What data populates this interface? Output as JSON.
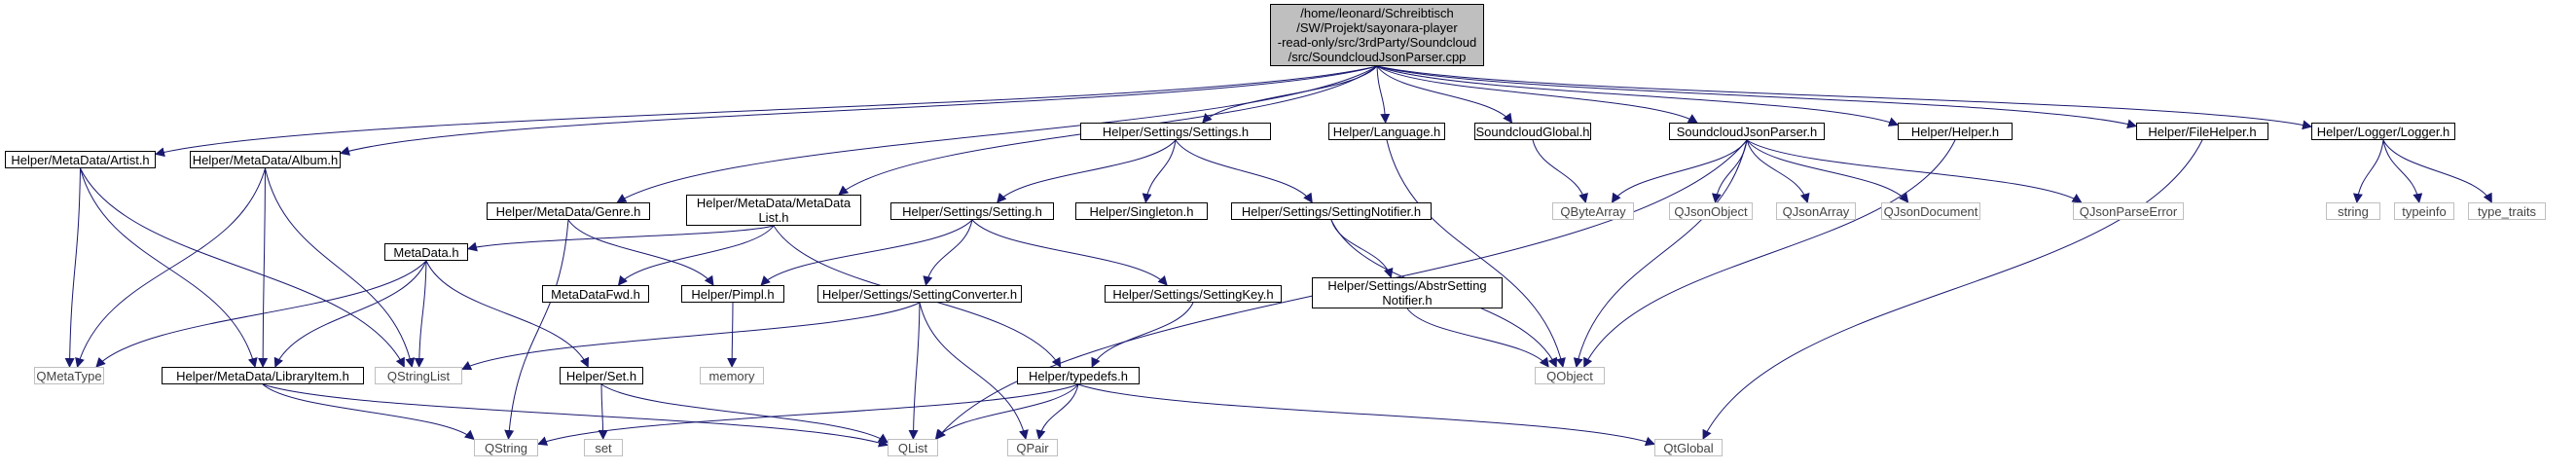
{
  "root": {
    "lines": [
      "/home/leonard/Schreibtisch",
      "/SW/Projekt/sayonara-player",
      "-read-only/src/3rdParty/Soundcloud",
      "/src/SoundcloudJsonParser.cpp"
    ]
  },
  "nodes": {
    "artist_h": "Helper/MetaData/Artist.h",
    "album_h": "Helper/MetaData/Album.h",
    "genre_h": "Helper/MetaData/Genre.h",
    "metadatalist_h": [
      "Helper/MetaData/MetaData",
      "List.h"
    ],
    "settings_h": "Helper/Settings/Settings.h",
    "language_h": "Helper/Language.h",
    "soundcloudglobal_h": "SoundcloudGlobal.h",
    "soundcloudjsonparser_h": "SoundcloudJsonParser.h",
    "helper_h": "Helper/Helper.h",
    "filehelper_h": "Helper/FileHelper.h",
    "logger_h": "Helper/Logger/Logger.h",
    "setting_h": "Helper/Settings/Setting.h",
    "singleton_h": "Helper/Singleton.h",
    "settingnotifier_h": "Helper/Settings/SettingNotifier.h",
    "metadata_h": "MetaData.h",
    "metadatafwd_h": "MetaDataFwd.h",
    "pimpl_h": "Helper/Pimpl.h",
    "settingconverter_h": "Helper/Settings/SettingConverter.h",
    "settingkey_h": "Helper/Settings/SettingKey.h",
    "abstrsettingnotifier_h": [
      "Helper/Settings/AbstrSetting",
      "Notifier.h"
    ],
    "libraryitem_h": "Helper/MetaData/LibraryItem.h",
    "set_h": "Helper/Set.h",
    "typedefs_h": "Helper/typedefs.h",
    "qmetatype": "QMetaType",
    "qstringlist": "QStringList",
    "qbytearray": "QByteArray",
    "qjsonobject": "QJsonObject",
    "qjsonarray": "QJsonArray",
    "qjsondocument": "QJsonDocument",
    "qjsonparseerror": "QJsonParseError",
    "string": "string",
    "typeinfo": "typeinfo",
    "type_traits": "type_traits",
    "memory": "memory",
    "qobject": "QObject",
    "qstring": "QString",
    "set": "set",
    "qlist": "QList",
    "qpair": "QPair",
    "qtglobal": "QtGlobal"
  },
  "colors": {
    "edge": "#191970",
    "root_fill": "#bfbfbf",
    "node_border": "#000000",
    "external_border": "#bfbfbf"
  }
}
